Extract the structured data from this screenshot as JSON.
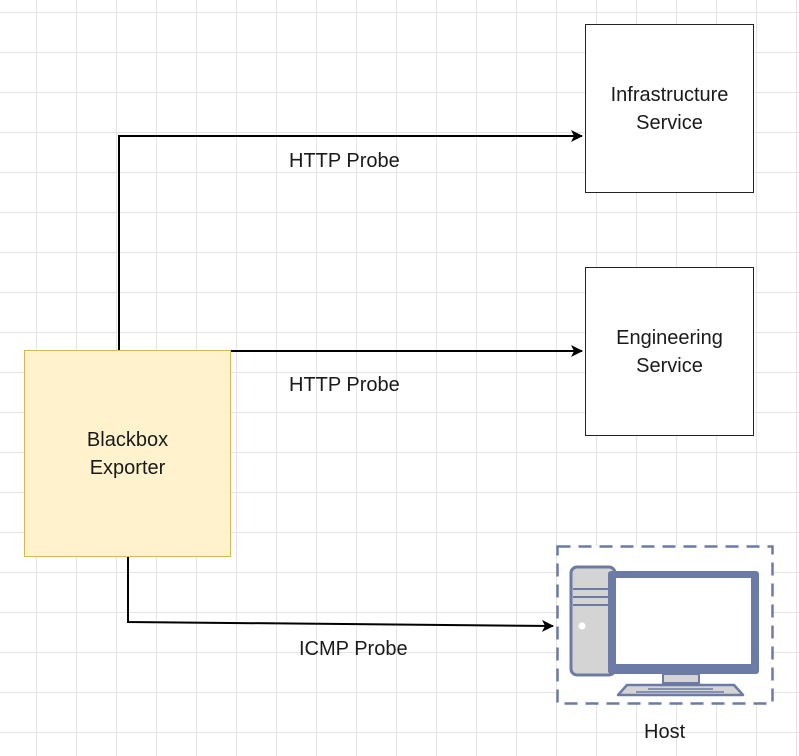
{
  "nodes": {
    "blackbox": {
      "line1": "Blackbox",
      "line2": "Exporter"
    },
    "infrastructure": {
      "line1": "Infrastructure",
      "line2": "Service"
    },
    "engineering": {
      "line1": "Engineering",
      "line2": "Service"
    },
    "host": {
      "label": "Host",
      "icon": "desktop-computer-icon"
    }
  },
  "edges": {
    "to_infrastructure": "HTTP Probe",
    "to_engineering": "HTTP Probe",
    "to_host": "ICMP Probe"
  },
  "colors": {
    "exporter_fill": "#fff2cc",
    "exporter_border": "#d6b656",
    "host_icon": "#6c7ba6",
    "host_border": "#6c7ba6",
    "line": "#000000"
  }
}
